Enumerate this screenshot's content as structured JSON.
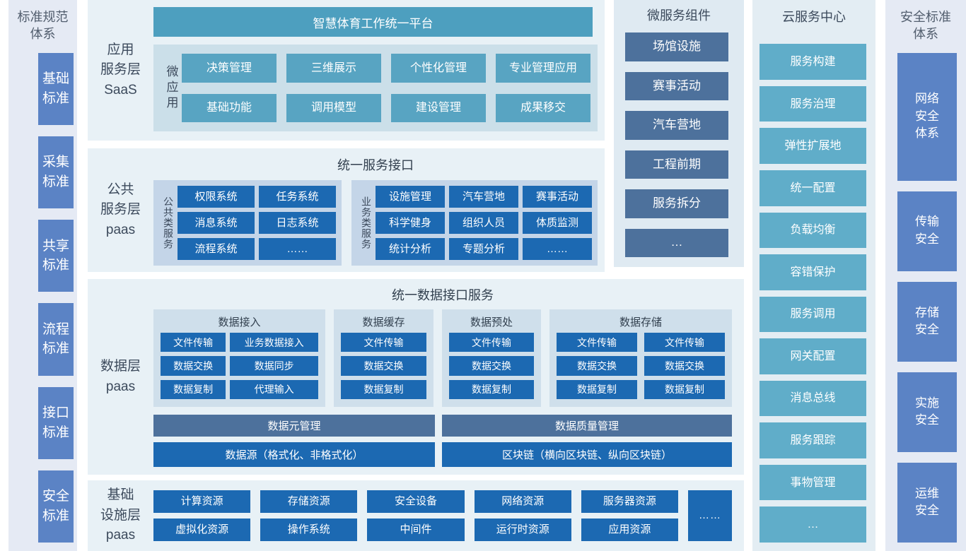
{
  "colors": {
    "teal_header": "#4d9fbf",
    "teal_button": "#58a4c2",
    "dark_blue_button": "#1c69b2",
    "slate_button": "#4d719c",
    "cloud_button": "#60adc9",
    "periwinkle_button": "#5b83c5",
    "section_bg": "#e8f1f6",
    "saas_inner_panel_bg": "#cbdfe9",
    "paas_subpanel_bg": "#c4d5e8",
    "data_subpanel_bg": "#cfdfeb",
    "side_panel_bg": "#e5eaf4"
  },
  "left_panel": {
    "title": "标准规范\n体系",
    "items": [
      "基础\n标准",
      "采集\n标准",
      "共享\n标准",
      "流程\n标准",
      "接口\n标准",
      "安全\n标准"
    ]
  },
  "saas": {
    "label": "应用\n服务层\nSaaS",
    "platform_header": "智慧体育工作统一平台",
    "micro_apps_label": "微应用",
    "apps": [
      "决策管理",
      "三维展示",
      "个性化管理",
      "专业管理应用",
      "基础功能",
      "调用模型",
      "建设管理",
      "成果移交"
    ]
  },
  "public_services": {
    "label": "公共\n服务层\npaas",
    "title": "统一服务接口",
    "groups": [
      {
        "label": "公共类服务",
        "items": [
          "权限系统",
          "任务系统",
          "消息系统",
          "日志系统",
          "流程系统",
          "……"
        ]
      },
      {
        "label": "业务类服务",
        "items": [
          "设施管理",
          "汽车营地",
          "赛事活动",
          "科学健身",
          "组织人员",
          "体质监测",
          "统计分析",
          "专题分析",
          "……"
        ]
      }
    ]
  },
  "data_layer": {
    "label": "数据层\npaas",
    "title": "统一数据接口服务",
    "panels": [
      {
        "title": "数据接入",
        "items": [
          "文件传输",
          "业务数据接入",
          "数据交换",
          "数据同步",
          "数据复制",
          "代理输入"
        ]
      },
      {
        "title": "数据缓存",
        "items": [
          "文件传输",
          "数据交换",
          "数据复制"
        ]
      },
      {
        "title": "数据预处",
        "items": [
          "文件传输",
          "数据交换",
          "数据复制"
        ]
      },
      {
        "title": "数据存储",
        "items": [
          "文件传输",
          "文件传输",
          "数据交换",
          "数据交换",
          "数据复制",
          "数据复制"
        ]
      }
    ],
    "bars": [
      "数据元管理",
      "数据质量管理"
    ],
    "wide_bars": [
      "数据源（格式化、非格式化）",
      "区块链（横向区块链、纵向区块链）"
    ]
  },
  "infrastructure": {
    "label": "基础\n设施层\npaas",
    "row1": [
      "计算资源",
      "存储资源",
      "安全设备",
      "网络资源",
      "服务器资源"
    ],
    "row2": [
      "虚拟化资源",
      "操作系统",
      "中间件",
      "运行时资源",
      "应用资源"
    ],
    "more": "……"
  },
  "microservices": {
    "title": "微服务组件",
    "items": [
      "场馆设施",
      "赛事活动",
      "汽车营地",
      "工程前期",
      "服务拆分",
      "…"
    ]
  },
  "cloud_center": {
    "title": "云服务中心",
    "items": [
      "服务构建",
      "服务治理",
      "弹性扩展地",
      "统一配置",
      "负载均衡",
      "容错保护",
      "服务调用",
      "网关配置",
      "消息总线",
      "服务跟踪",
      "事物管理",
      "…"
    ]
  },
  "security": {
    "title": "安全标准\n体系",
    "items": [
      "网络\n安全\n体系",
      "传输\n安全",
      "存储\n安全",
      "实施\n安全",
      "运维\n安全"
    ]
  }
}
